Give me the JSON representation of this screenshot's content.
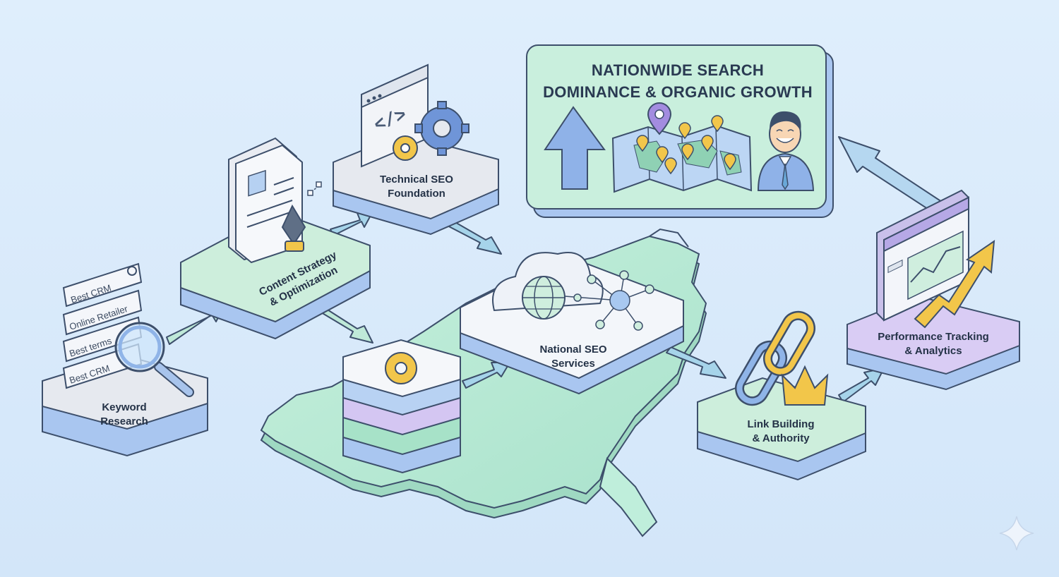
{
  "diagram": {
    "banner": {
      "line1": "NATIONWIDE SEARCH",
      "line2": "DOMINANCE & ORGANIC GROWTH"
    },
    "steps": {
      "keyword_research": {
        "line1": "Keyword",
        "line2": "Research"
      },
      "content_strategy": {
        "line1": "Content Strategy",
        "line2": "& Optimization"
      },
      "technical_seo": {
        "line1": "Technical SEO",
        "line2": "Foundation"
      },
      "national_seo": {
        "line1": "National SEO",
        "line2": "Services"
      },
      "link_building": {
        "line1": "Link Building",
        "line2": "& Authority"
      },
      "performance": {
        "line1": "Performance Tracking",
        "line2": "& Analytics"
      }
    },
    "search_terms": [
      "Best CRM",
      "Online Retailer",
      "Best terms",
      "Best CRM"
    ],
    "code_glyph": "</>",
    "colors": {
      "background": "#dcecfb",
      "mint": "#c9efdd",
      "blue": "#b5d0f3",
      "lavender": "#d9ccf4",
      "gold": "#f2c64a",
      "outline": "#3d4f6b"
    },
    "icons": [
      "search-icon",
      "magnifier-icon",
      "document-icon",
      "pen-nib-icon",
      "code-window-icon",
      "gear-icon",
      "cloud-icon",
      "globe-icon",
      "network-icon",
      "server-stack-icon",
      "chain-link-icon",
      "crown-icon",
      "chart-window-icon",
      "trend-arrow-icon",
      "up-arrow-icon",
      "map-icon",
      "location-pin-icon",
      "person-icon",
      "sparkle-icon"
    ]
  }
}
